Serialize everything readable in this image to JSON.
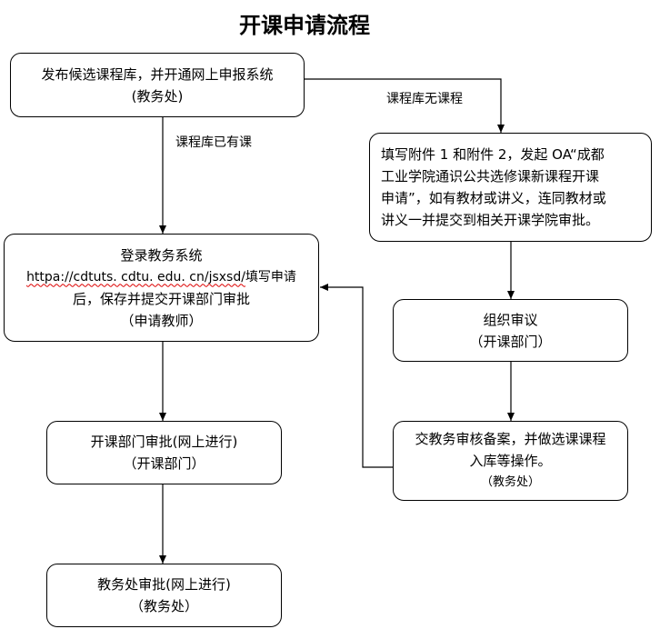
{
  "title": "开课申请流程",
  "boxes": {
    "publish": {
      "line1": "发布候选课程库，并开通网上申报系统",
      "line2": "(教务处)"
    },
    "fill_attachments": {
      "line1": "填写附件 1 和附件 2，发起 OA“成都",
      "line2": "工业学院通识公共选修课新课程开课",
      "line3": "申请”，如有教材或讲义，连同教材或",
      "line4": "讲义一并提交到相关开课学院审批。"
    },
    "login": {
      "line1": "登录教务系统",
      "line2_url": "httpa://cdtuts. cdtu. edu. cn/jsxsd/",
      "line2_rest": "填写申请",
      "line3": "后，保存并提交开课部门审批",
      "line4": "（申请教师）"
    },
    "org_review": {
      "line1": "组织审议",
      "line2": "（开课部门）"
    },
    "dept_approve": {
      "line1": "开课部门审批(网上进行)",
      "line2": "（开课部门）"
    },
    "file_record": {
      "line1": "交教务审核备案，并做选课课程",
      "line2": "入库等操作。",
      "line3": "（教务处）"
    },
    "office_approve": {
      "line1": "教务处审批(网上进行)",
      "line2": "（教务处）"
    }
  },
  "labels": {
    "no_course": "课程库无课程",
    "has_course": "课程库已有课"
  }
}
